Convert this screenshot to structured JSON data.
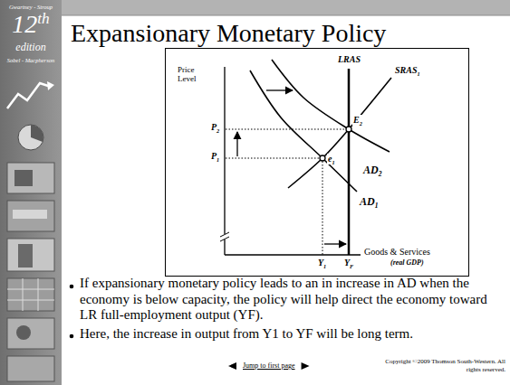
{
  "diagram": {
    "title": "Expansionary Monetary Policy",
    "labels": [
      "Gwartney - Stroup",
      "12th",
      "edition",
      "Sobel - Macpherson",
      "Price Level",
      "LRAS",
      "SRAS1",
      "P2",
      "P1",
      "E2",
      "e1",
      "AD2",
      "AD1",
      "Y1",
      "YF",
      "Goods & Services",
      "(real GDP)",
      "If expansionary monetary policy leads to an in increase in AD when the economy is below capacity, the policy will help direct the economy toward LR full-employment output (YF).",
      "Here, the increase in output from Y1 to YF will be long term.",
      "Jump to first page",
      "Copyright ©2009 Thomson South-Western. All rights reserved."
    ]
  }
}
